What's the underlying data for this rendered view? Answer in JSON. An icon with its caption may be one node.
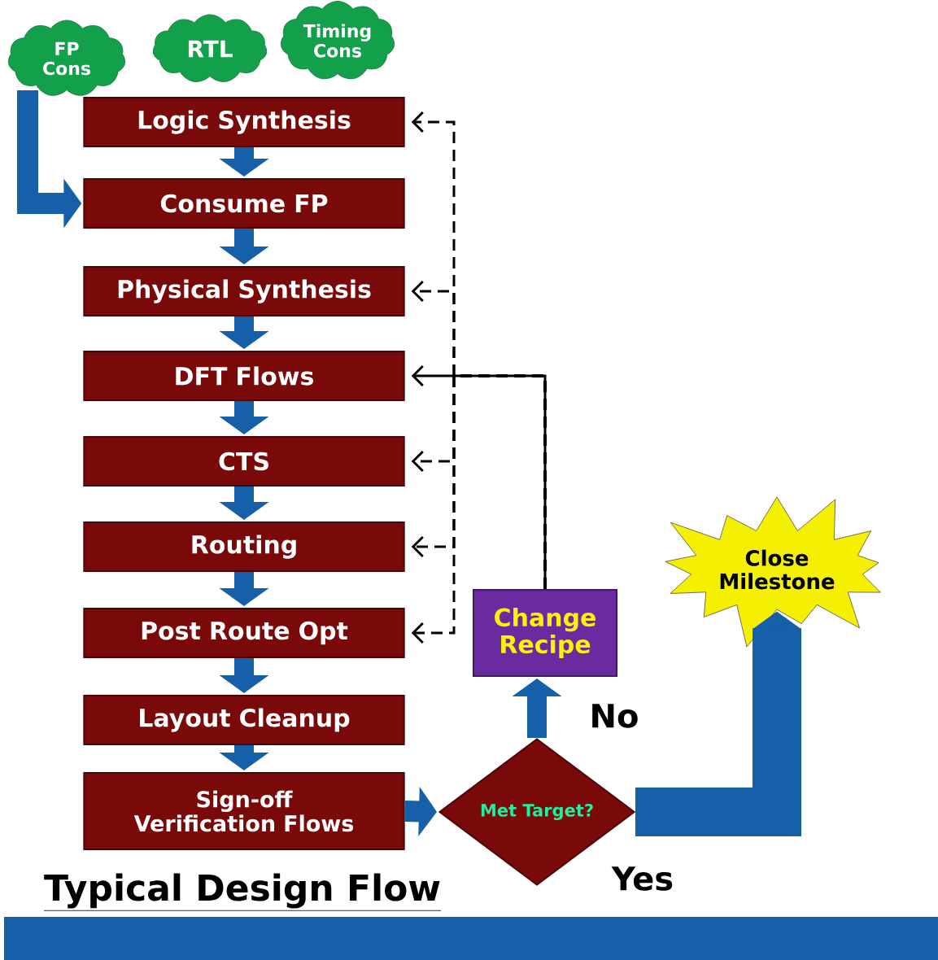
{
  "diagram": {
    "title": "Typical Design Flow",
    "nodes": [
      {
        "text": [
          "FP Cons"
        ]
      },
      {
        "text": [
          "RTL"
        ]
      },
      {
        "text": [
          "Timing Cons"
        ]
      },
      {
        "text": [
          "Logic Synthesis"
        ]
      },
      {
        "text": [
          "Consume FP"
        ]
      },
      {
        "text": [
          "Physical Synthesis"
        ]
      },
      {
        "text": [
          "DFT Flows"
        ]
      },
      {
        "text": [
          "CTS"
        ]
      },
      {
        "text": [
          "Routing"
        ]
      },
      {
        "text": [
          "Post Route Opt"
        ]
      },
      {
        "text": [
          "Layout Cleanup"
        ]
      },
      {
        "text": [
          "Sign-off Verification Flows"
        ]
      },
      {
        "text": [
          "Met Target?"
        ]
      },
      {
        "text": [
          "Change Recipe"
        ]
      },
      {
        "text": [
          "Close Milestone"
        ]
      }
    ],
    "edges": [
      {
        "from": 0,
        "to": 4,
        "arrow": "to"
      },
      {
        "from": 3,
        "to": 4,
        "arrow": "to"
      },
      {
        "from": 4,
        "to": 5,
        "arrow": "to"
      },
      {
        "from": 5,
        "to": 6,
        "arrow": "to"
      },
      {
        "from": 6,
        "to": 7,
        "arrow": "to"
      },
      {
        "from": 7,
        "to": 8,
        "arrow": "to"
      },
      {
        "from": 8,
        "to": 9,
        "arrow": "to"
      },
      {
        "from": 9,
        "to": 10,
        "arrow": "to"
      },
      {
        "from": 10,
        "to": 11,
        "arrow": "to"
      },
      {
        "from": 11,
        "to": 12,
        "arrow": "to"
      },
      {
        "from": 12,
        "to": 13,
        "arrow": "to",
        "label": "No"
      },
      {
        "from": 12,
        "to": 14,
        "arrow": "to",
        "label": "Yes",
        "style": "thick"
      },
      {
        "from": 13,
        "to": 6,
        "arrow": "to",
        "color": "#000000"
      },
      {
        "from": 13,
        "to": 3,
        "arrow": "to",
        "style": "dashed",
        "color": "#000000"
      },
      {
        "from": 13,
        "to": 5,
        "arrow": "to",
        "style": "dashed",
        "color": "#000000"
      },
      {
        "from": 13,
        "to": 7,
        "arrow": "to",
        "style": "dashed",
        "color": "#000000"
      },
      {
        "from": 13,
        "to": 8,
        "arrow": "to",
        "style": "dashed",
        "color": "#000000"
      },
      {
        "from": 13,
        "to": 9,
        "arrow": "to",
        "style": "dashed",
        "color": "#000000"
      }
    ]
  }
}
